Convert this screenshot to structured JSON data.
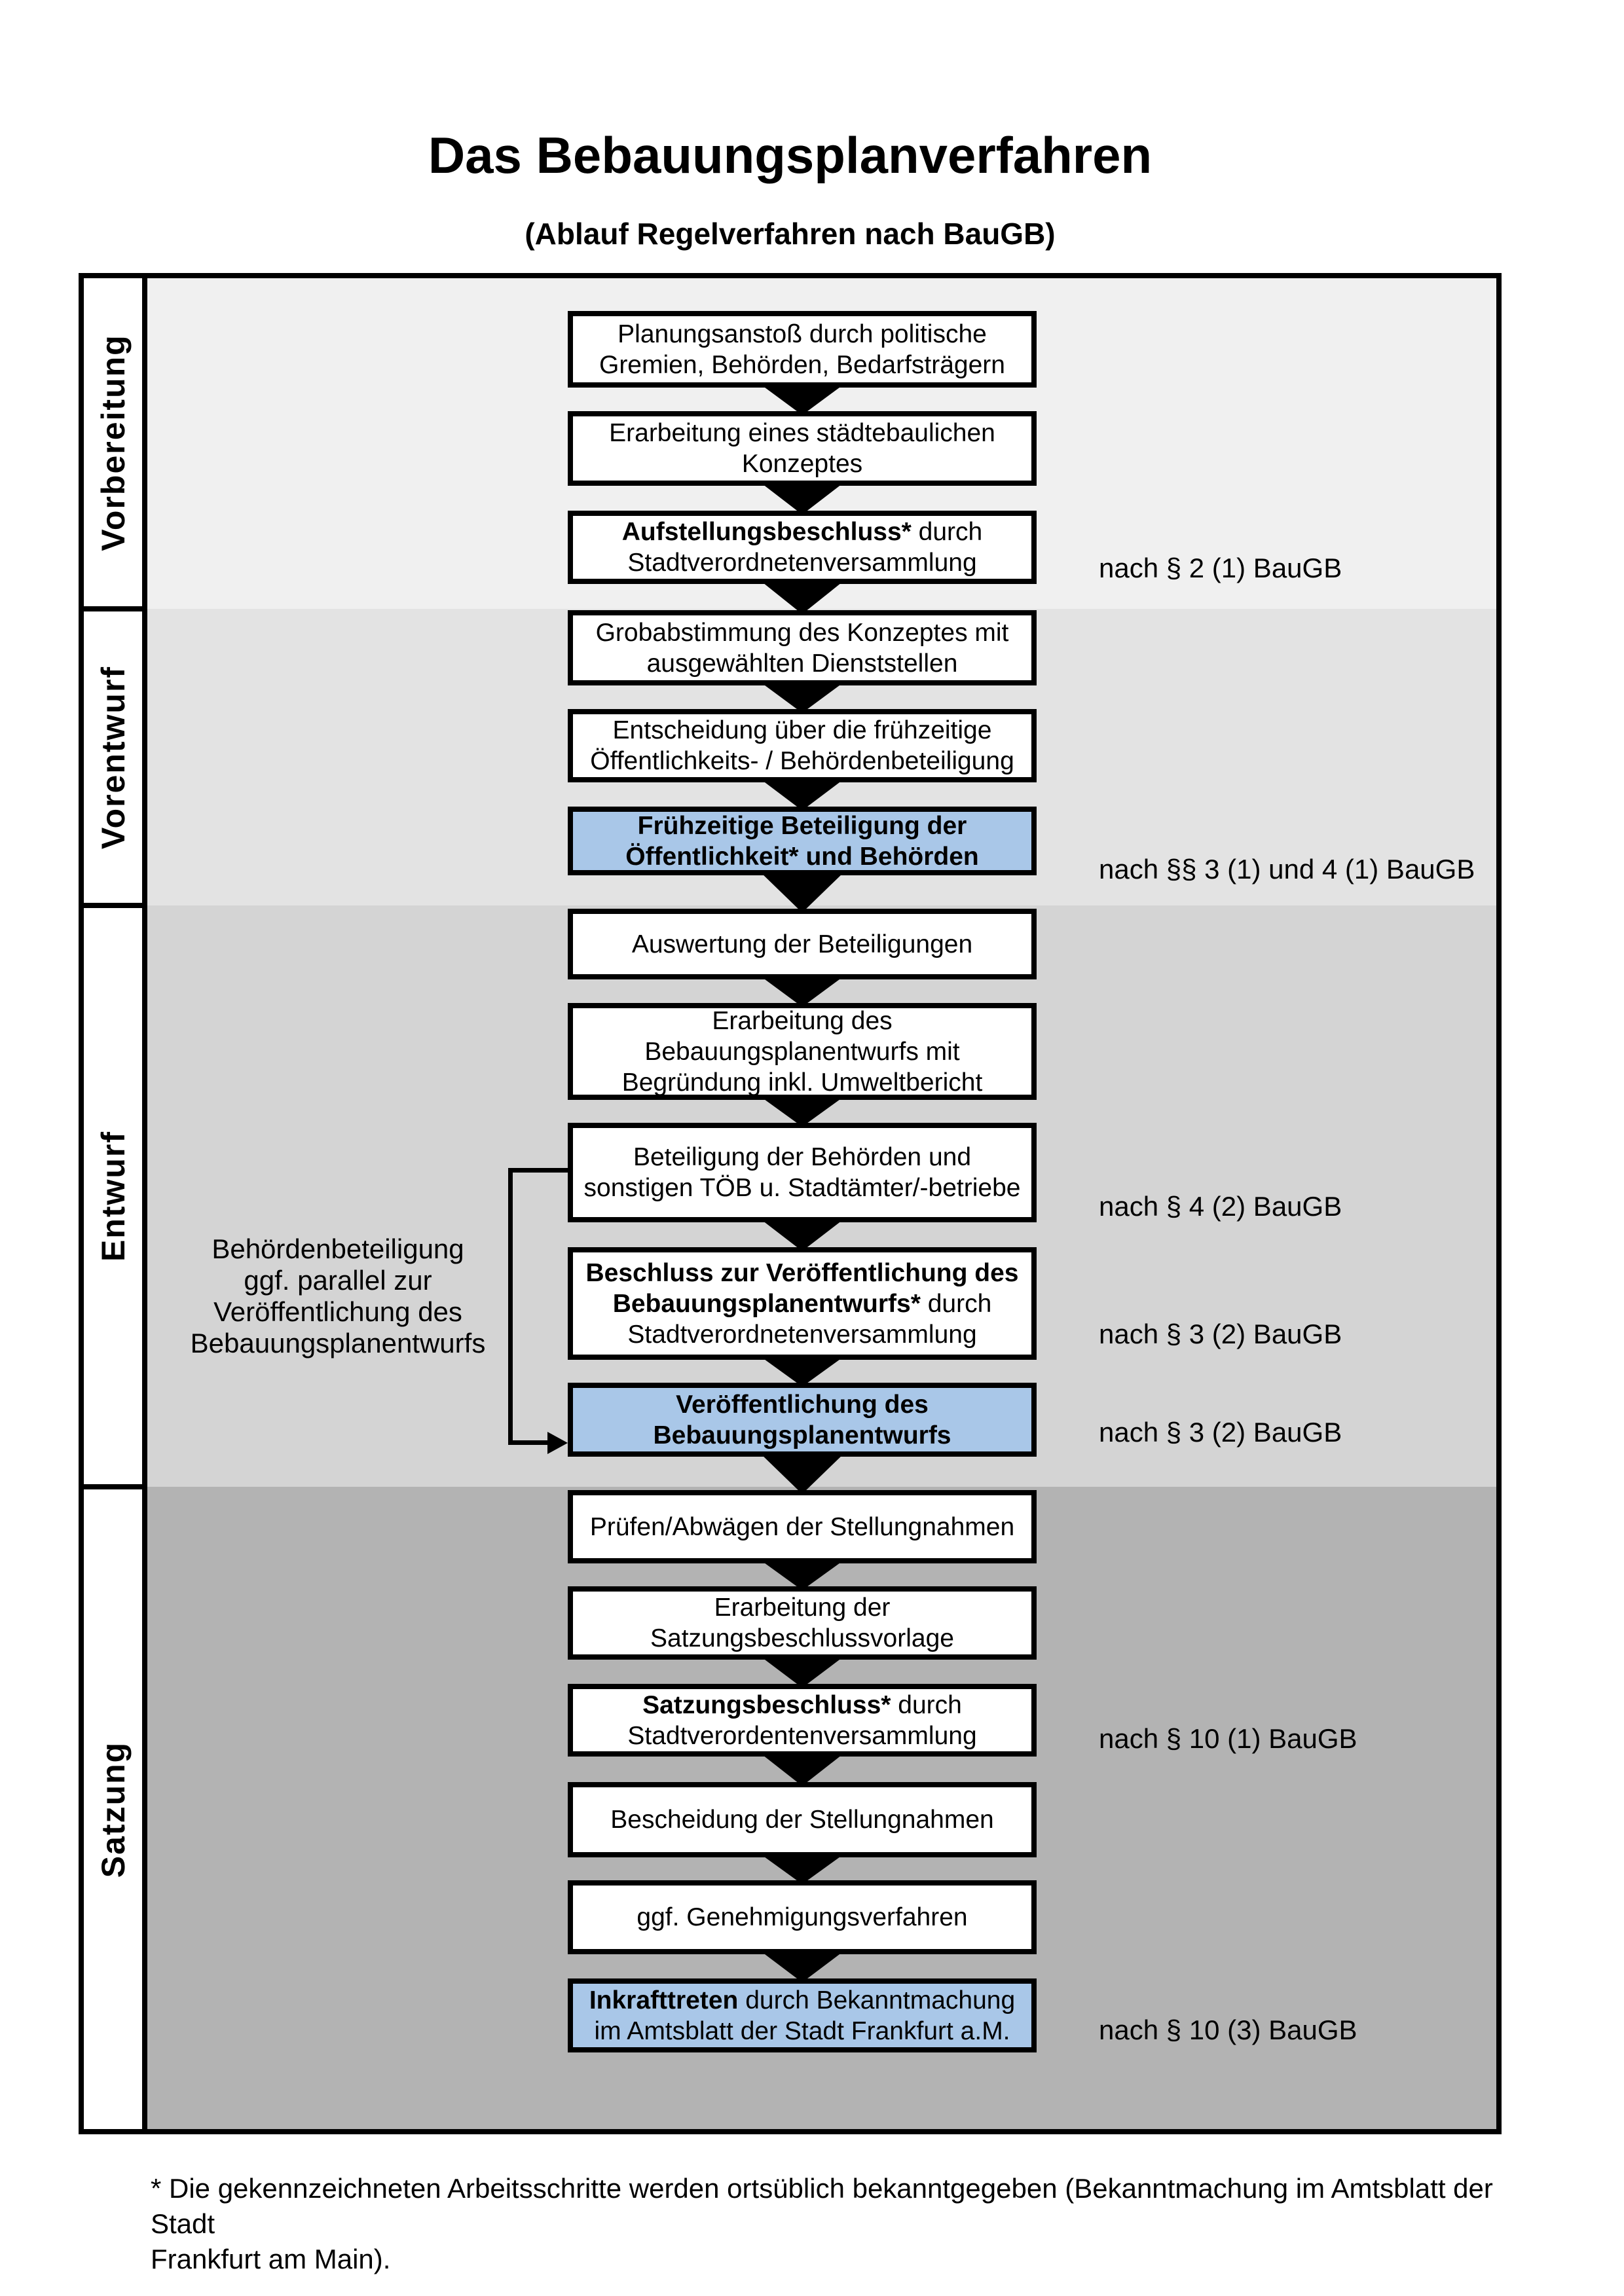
{
  "title": "Das Bebauungsplanverfahren",
  "subtitle": "(Ablauf Regelverfahren nach BauGB)",
  "phases": [
    {
      "label": "Vorbereitung"
    },
    {
      "label": "Vorentwurf"
    },
    {
      "label": "Entwurf"
    },
    {
      "label": "Satzung"
    }
  ],
  "steps": [
    {
      "highlight": false,
      "lines": [
        [
          {
            "t": "Planungsanstoß durch politische",
            "b": false
          }
        ],
        [
          {
            "t": "Gremien, Behörden, Bedarfsträgern",
            "b": false
          }
        ]
      ]
    },
    {
      "highlight": false,
      "lines": [
        [
          {
            "t": "Erarbeitung eines städtebaulichen",
            "b": false
          }
        ],
        [
          {
            "t": "Konzeptes",
            "b": false
          }
        ]
      ]
    },
    {
      "highlight": false,
      "lines": [
        [
          {
            "t": "Aufstellungsbeschluss*",
            "b": true
          },
          {
            "t": " durch",
            "b": false
          }
        ],
        [
          {
            "t": "Stadtverordnetenversammlung",
            "b": false
          }
        ]
      ]
    },
    {
      "highlight": false,
      "lines": [
        [
          {
            "t": "Grobabstimmung des Konzeptes mit",
            "b": false
          }
        ],
        [
          {
            "t": "ausgewählten Dienststellen",
            "b": false
          }
        ]
      ]
    },
    {
      "highlight": false,
      "lines": [
        [
          {
            "t": "Entscheidung über die frühzeitige",
            "b": false
          }
        ],
        [
          {
            "t": "Öffentlichkeits- / Behördenbeteiligung",
            "b": false
          }
        ]
      ]
    },
    {
      "highlight": true,
      "lines": [
        [
          {
            "t": "Frühzeitige Beteiligung der",
            "b": true
          }
        ],
        [
          {
            "t": "Öffentlichkeit* und Behörden",
            "b": true
          }
        ]
      ]
    },
    {
      "highlight": false,
      "lines": [
        [
          {
            "t": "Auswertung der Beteiligungen",
            "b": false
          }
        ]
      ]
    },
    {
      "highlight": false,
      "lines": [
        [
          {
            "t": "Erarbeitung des",
            "b": false
          }
        ],
        [
          {
            "t": "Bebauungsplanentwurfs mit",
            "b": false
          }
        ],
        [
          {
            "t": "Begründung inkl. Umweltbericht",
            "b": false
          }
        ]
      ]
    },
    {
      "highlight": false,
      "lines": [
        [
          {
            "t": "Beteiligung der Behörden und",
            "b": false
          }
        ],
        [
          {
            "t": "sonstigen TÖB u. Stadtämter/-betriebe",
            "b": false
          }
        ]
      ]
    },
    {
      "highlight": false,
      "lines": [
        [
          {
            "t": "Beschluss zur Veröffentlichung des",
            "b": true
          }
        ],
        [
          {
            "t": "Bebauungsplanentwurfs*",
            "b": true
          },
          {
            "t": " durch",
            "b": false
          }
        ],
        [
          {
            "t": "Stadtverordnetenversammlung",
            "b": false
          }
        ]
      ]
    },
    {
      "highlight": true,
      "lines": [
        [
          {
            "t": "Veröffentlichung des",
            "b": true
          }
        ],
        [
          {
            "t": "Bebauungsplanentwurfs",
            "b": true
          }
        ]
      ]
    },
    {
      "highlight": false,
      "lines": [
        [
          {
            "t": "Prüfen/Abwägen der Stellungnahmen",
            "b": false
          }
        ]
      ]
    },
    {
      "highlight": false,
      "lines": [
        [
          {
            "t": "Erarbeitung der",
            "b": false
          }
        ],
        [
          {
            "t": "Satzungsbeschlussvorlage",
            "b": false
          }
        ]
      ]
    },
    {
      "highlight": false,
      "lines": [
        [
          {
            "t": "Satzungsbeschluss*",
            "b": true
          },
          {
            "t": " durch",
            "b": false
          }
        ],
        [
          {
            "t": "Stadtverordentenversammlung",
            "b": false
          }
        ]
      ]
    },
    {
      "highlight": false,
      "lines": [
        [
          {
            "t": "Bescheidung der Stellungnahmen",
            "b": false
          }
        ]
      ]
    },
    {
      "highlight": false,
      "lines": [
        [
          {
            "t": "ggf. Genehmigungsverfahren",
            "b": false
          }
        ]
      ]
    },
    {
      "highlight": true,
      "lines": [
        [
          {
            "t": "Inkrafttreten",
            "b": true
          },
          {
            "t": " durch Bekanntmachung",
            "b": false
          }
        ],
        [
          {
            "t": "im Amtsblatt der Stadt Frankfurt a.M.",
            "b": false
          }
        ]
      ]
    }
  ],
  "refs": [
    {
      "text": "nach § 2 (1) BauGB"
    },
    {
      "text": "nach §§ 3 (1) und 4 (1) BauGB"
    },
    {
      "text": "nach § 4 (2) BauGB"
    },
    {
      "text": "nach § 3 (2) BauGB"
    },
    {
      "text": "nach § 3 (2) BauGB"
    },
    {
      "text": "nach § 10 (1) BauGB"
    },
    {
      "text": "nach § 10 (3) BauGB"
    }
  ],
  "side_note": {
    "lines": [
      "Behördenbeteiligung",
      "ggf. parallel zur",
      "Veröffentlichung des",
      "Bebauungsplanentwurfs"
    ]
  },
  "footnote": {
    "lines": [
      "* Die gekennzeichneten Arbeitsschritte werden ortsüblich bekanntgegeben (Bekanntmachung im Amtsblatt  der Stadt",
      "Frankfurt am Main)."
    ]
  },
  "colors": {
    "highlight_box": "#a9c7e8",
    "band_vorbereitung": "#f0f0f0",
    "band_vorentwurf": "#e3e3e3",
    "band_entwurf": "#d4d4d4",
    "band_satzung": "#b3b3b3",
    "box_border": "#000000"
  }
}
